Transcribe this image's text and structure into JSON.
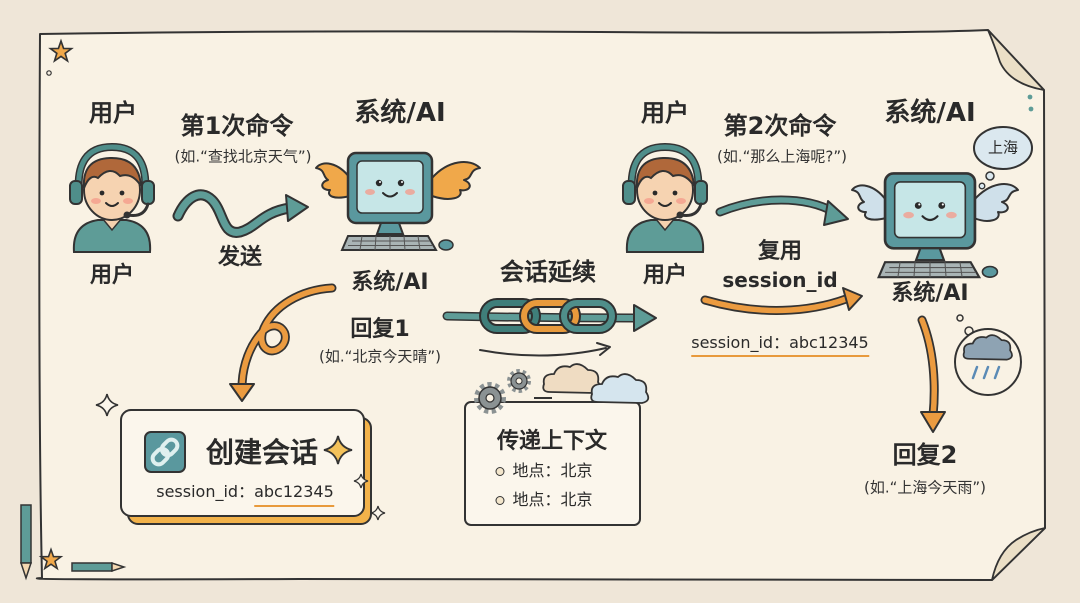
{
  "colors": {
    "background": "#efe6d8",
    "paper": "#f9f2e4",
    "ink": "#2a2a2a",
    "teal": "#5e9c97",
    "orange": "#eb9b40",
    "highlight_underline": "#e89a3c"
  },
  "icons": {
    "user": "headset-user-icon",
    "system": "winged-computer-icon",
    "create_session": "chain-link-icon",
    "continuation": "chain-arrow-icon",
    "context": "gears-cloud-icon",
    "weather": "rain-cloud-icon",
    "decor": [
      "star-icon",
      "sparkle-icon",
      "pencil-icon"
    ]
  },
  "first_request": {
    "user_top_label": "用户",
    "user_bottom_label": "用户",
    "command_title": "第1次命令",
    "command_example": "(如.“查找北京天气”)",
    "send_label": "发送",
    "system_top_label": "系统/AI",
    "system_bottom_label": "系统/AI",
    "reply_title": "回复1",
    "reply_example": "(如.“北京今天晴”)"
  },
  "create_session": {
    "title": "创建会话",
    "session_label": "session_id：",
    "session_value": "abc12345"
  },
  "continuation": {
    "title": "会话延续",
    "context_title": "传递上下文",
    "context_items": [
      "地点：北京",
      "地点：北京"
    ]
  },
  "second_request": {
    "user_top_label": "用户",
    "user_bottom_label": "用户",
    "command_title": "第2次命令",
    "command_example": "(如.“那么上海呢?”)",
    "thought_bubble": "上海",
    "system_top_label": "系统/AI",
    "system_bottom_label": "系统/AI",
    "reuse_title": "复用",
    "reuse_key": "session_id",
    "session_text": "session_id：abc12345",
    "reply_title": "回复2",
    "reply_example": "(如.“上海今天雨”)"
  }
}
